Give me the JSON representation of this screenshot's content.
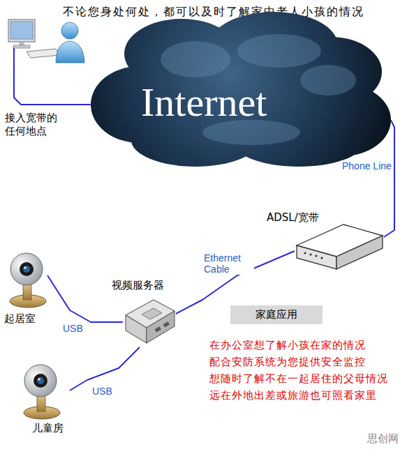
{
  "diagram": {
    "title": "不论您身处何处，都可以及时了解家中老人小孩的情况",
    "nodes": [
      {
        "text": [
          "接入宽带的 任何地点"
        ]
      },
      {
        "text": [
          "Internet"
        ]
      },
      {
        "text": [
          "ADSL/宽带"
        ]
      },
      {
        "text": [
          "视频服务器"
        ]
      },
      {
        "text": [
          "起居室"
        ]
      },
      {
        "text": [
          "儿童房"
        ]
      },
      {
        "text": [
          "家庭应用"
        ]
      }
    ],
    "edges": [
      {
        "from": 0,
        "to": 1,
        "arrow": "none"
      },
      {
        "from": 1,
        "to": 2,
        "label": "Phone Line",
        "arrow": "none"
      },
      {
        "from": 2,
        "to": 3,
        "label": "Ethernet Cable",
        "arrow": "none"
      },
      {
        "from": 3,
        "to": 4,
        "label": "USB",
        "arrow": "none"
      },
      {
        "from": 3,
        "to": 5,
        "label": "USB",
        "arrow": "none"
      }
    ],
    "labels": [
      "在办公室想了解小孩在家的情况",
      "配合安防系统为您提供安全监控",
      "想随时了解不在一起居住的父母情况",
      "远在外地出差或旅游也可照看家里",
      "思创网"
    ]
  }
}
